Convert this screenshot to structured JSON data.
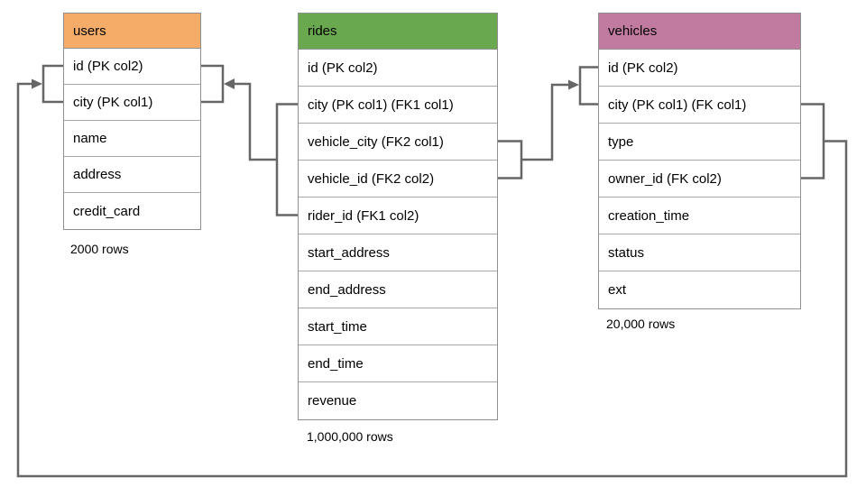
{
  "colors": {
    "users_header": "#F6AC69",
    "rides_header": "#6AA84F",
    "vehicles_header": "#C27BA0",
    "connector": "#666666",
    "table_border": "#8f8f8f"
  },
  "tables": {
    "users": {
      "title": "users",
      "columns": [
        "id (PK col2)",
        "city (PK col1)",
        "name",
        "address",
        "credit_card"
      ],
      "row_count": "2000 rows"
    },
    "rides": {
      "title": "rides",
      "columns": [
        "id (PK col2)",
        "city (PK col1) (FK1 col1)",
        "vehicle_city (FK2 col1)",
        "vehicle_id (FK2 col2)",
        "rider_id (FK1 col2)",
        "start_address",
        "end_address",
        "start_time",
        "end_time",
        "revenue"
      ],
      "row_count": "1,000,000 rows"
    },
    "vehicles": {
      "title": "vehicles",
      "columns": [
        "id (PK col2)",
        "city (PK col1) (FK col1)",
        "type",
        "owner_id (FK col2)",
        "creation_time",
        "status",
        "ext"
      ],
      "row_count": "20,000 rows"
    }
  }
}
